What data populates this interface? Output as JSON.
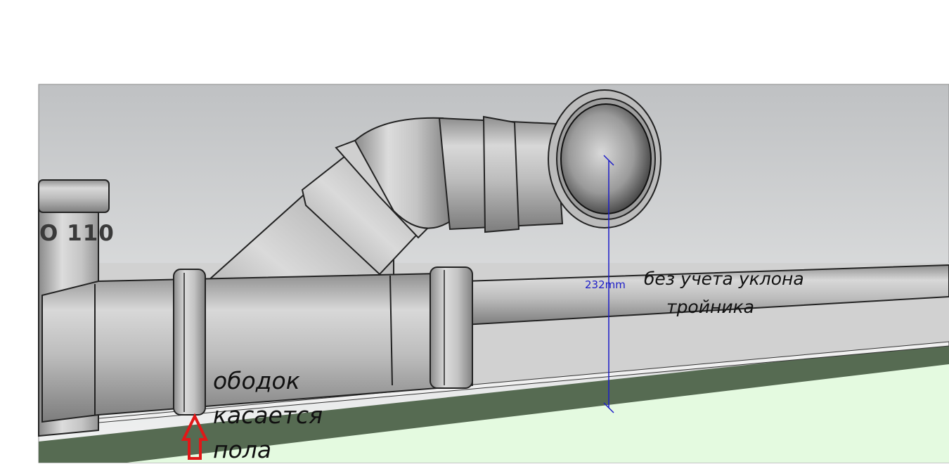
{
  "dimension": {
    "value_label": "232mm",
    "color": "#1c1cc8"
  },
  "note_lines": [
    "без учета уклона",
    "тройника"
  ],
  "rim_note_lines": [
    "ободок",
    "касается",
    "пола"
  ],
  "pipe_stamp": "O 110",
  "colors": {
    "sky_top": "#bfc1c3",
    "sky_bottom": "#f2f3f3",
    "ground_dark": "#566b52",
    "ground_light": "#e4fae0",
    "pipe_light": "#e3e3e3",
    "pipe_mid": "#bdbdbd",
    "pipe_dark": "#8c8c8c",
    "arrow": "#e01818"
  }
}
